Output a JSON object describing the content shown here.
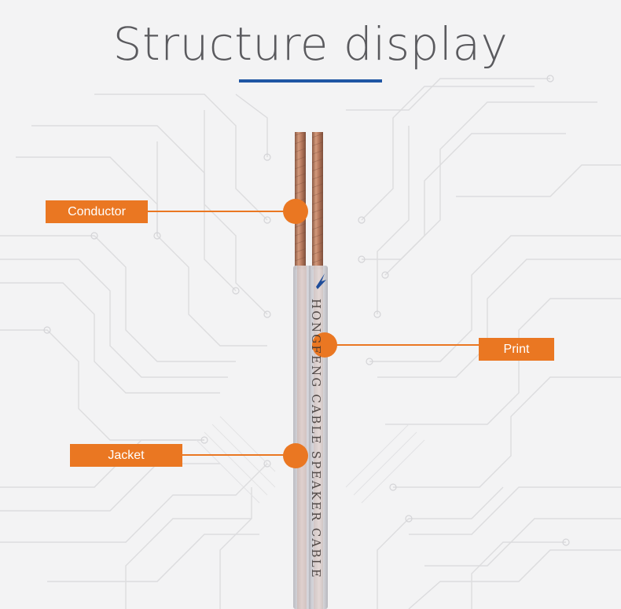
{
  "header": {
    "title": "Structure display",
    "accent_color": "#1f56a4"
  },
  "labels": {
    "conductor": "Conductor",
    "print": "Print",
    "jacket": "Jacket"
  },
  "cable": {
    "print_text": "HONGFENG CABLE SPEAKER CABLE"
  },
  "colors": {
    "callout": "#ea7722",
    "copper": "#b87a5e",
    "background": "#f3f3f4"
  }
}
